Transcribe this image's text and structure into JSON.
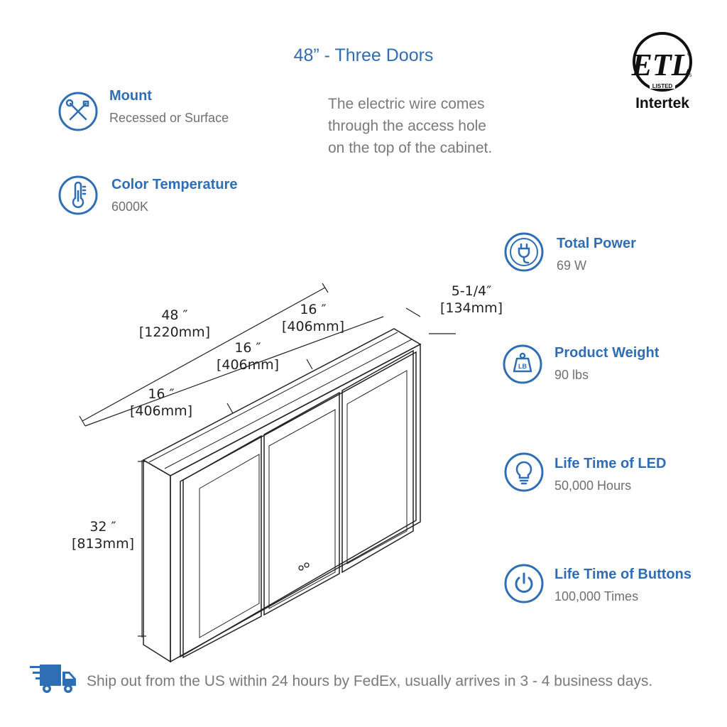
{
  "title": "48” - Three Doors",
  "note_lines": [
    "The electric wire comes",
    "through the access hole",
    "on the top of the cabinet."
  ],
  "logo": {
    "mark": "ETL",
    "listed": "LISTED",
    "us": "US",
    "c": "C",
    "company": "Intertek"
  },
  "features": {
    "mount": {
      "title": "Mount",
      "value": "Recessed or Surface",
      "icon": "tools-icon"
    },
    "color_temperature": {
      "title": "Color Temperature",
      "value": "6000K",
      "icon": "thermometer-icon"
    },
    "total_power": {
      "title": "Total Power",
      "value": "69 W",
      "icon": "plug-icon"
    },
    "product_weight": {
      "title": "Product Weight",
      "value": "90 lbs",
      "icon": "weight-icon",
      "icon_text": "LB"
    },
    "led_life": {
      "title": "Life Time of LED",
      "value": "50,000 Hours",
      "icon": "lightbulb-icon"
    },
    "button_life": {
      "title": "Life Time of Buttons",
      "value": "100,000 Times",
      "icon": "power-icon"
    }
  },
  "dimensions": {
    "total_width": {
      "in": "48 ″",
      "mm": "[1220mm]"
    },
    "door_right": {
      "in": "16 ″",
      "mm": "[406mm]"
    },
    "door_middle": {
      "in": "16 ″",
      "mm": "[406mm]"
    },
    "door_left": {
      "in": "16 ″",
      "mm": "[406mm]"
    },
    "depth": {
      "in": "5-1/4″",
      "mm": "[134mm]"
    },
    "height": {
      "in": "32 ″",
      "mm": "[813mm]"
    }
  },
  "shipping": {
    "text": "Ship out from the US within 24 hours by FedEx, usually arrives in 3 - 4 business days.",
    "icon": "truck-icon"
  },
  "colors": {
    "accent": "#2f6db5",
    "text_gray": "#707070",
    "line": "#222222"
  }
}
